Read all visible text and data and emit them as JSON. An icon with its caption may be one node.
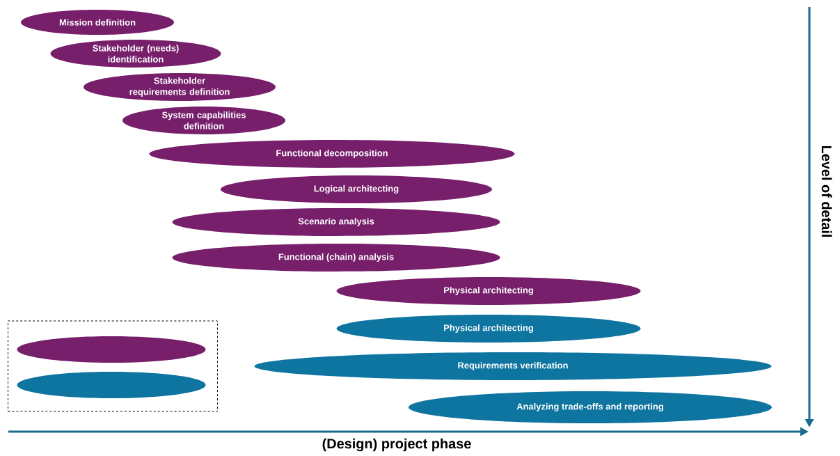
{
  "diagram": {
    "nodes": [
      {
        "text": [
          "Mission definition"
        ]
      },
      {
        "text": [
          "Stakeholder (needs) identification"
        ]
      },
      {
        "text": [
          "Stakeholder requirements definition"
        ]
      },
      {
        "text": [
          "System capabilities definition"
        ]
      },
      {
        "text": [
          "Functional decomposition"
        ]
      },
      {
        "text": [
          "Logical architecting"
        ]
      },
      {
        "text": [
          "Scenario analysis"
        ]
      },
      {
        "text": [
          "Functional (chain) analysis"
        ]
      },
      {
        "text": [
          "Physical architecting"
        ]
      },
      {
        "text": [
          "Physical architecting"
        ]
      },
      {
        "text": [
          "Requirements verification"
        ]
      },
      {
        "text": [
          "Analyzing trade-offs and reporting"
        ]
      },
      {
        "text": [],
        "shape": "box"
      },
      {
        "text": [],
        "shape": "ellipse",
        "in": 12
      },
      {
        "text": [],
        "shape": "ellipse",
        "in": 12
      }
    ],
    "edges": [],
    "labels": [
      "(Design) project phase",
      "Level of detail"
    ]
  }
}
